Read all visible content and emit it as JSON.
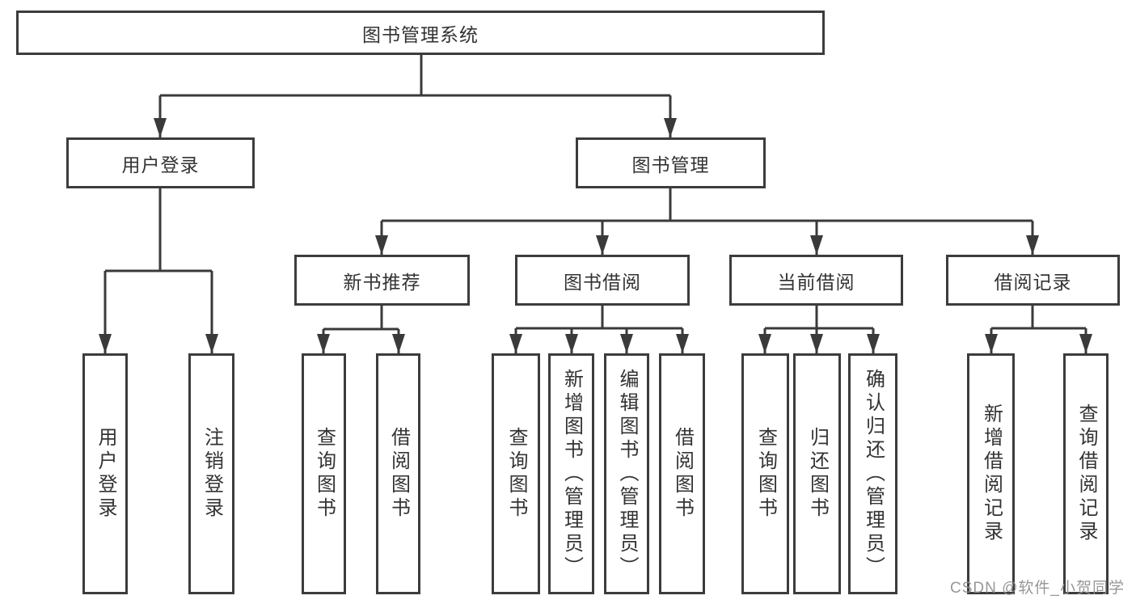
{
  "diagram": {
    "title": "图书管理系统",
    "level2": [
      {
        "label": "用户登录"
      },
      {
        "label": "图书管理"
      }
    ],
    "level3": [
      {
        "label": "新书推荐"
      },
      {
        "label": "图书借阅"
      },
      {
        "label": "当前借阅"
      },
      {
        "label": "借阅记录"
      }
    ],
    "leaves": [
      {
        "label": "用户登录"
      },
      {
        "label": "注销登录"
      },
      {
        "label": "查询图书"
      },
      {
        "label": "借阅图书"
      },
      {
        "label": "查询图书"
      },
      {
        "label": "新增图书（管理员）"
      },
      {
        "label": "编辑图书（管理员）"
      },
      {
        "label": "借阅图书"
      },
      {
        "label": "查询图书"
      },
      {
        "label": "归还图书"
      },
      {
        "label": "确认归还（管理员）"
      },
      {
        "label": "新增借阅记录"
      },
      {
        "label": "查询借阅记录"
      }
    ]
  },
  "watermark": {
    "text": "CSDN @软件_小贺同学"
  },
  "colors": {
    "line": "#3a3a3a",
    "box_border": "#3c3c3c",
    "box_background": "#ffffff",
    "text": "#333333",
    "watermark_text": "#919191",
    "page_background": "#ffffff"
  }
}
